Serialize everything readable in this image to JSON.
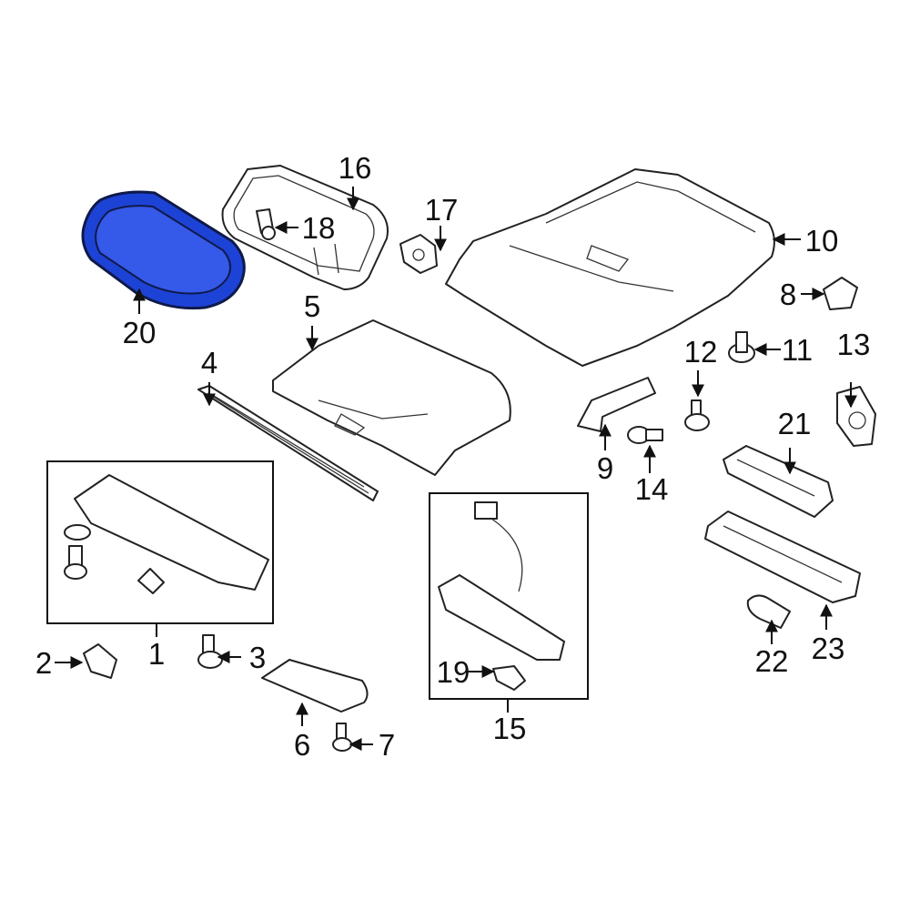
{
  "highlight_color": "#1d43d6",
  "callouts": {
    "c1": "1",
    "c2": "2",
    "c3": "3",
    "c4": "4",
    "c5": "5",
    "c6": "6",
    "c7": "7",
    "c8": "8",
    "c9": "9",
    "c10": "10",
    "c11": "11",
    "c12": "12",
    "c13": "13",
    "c14": "14",
    "c15": "15",
    "c16": "16",
    "c17": "17",
    "c18": "18",
    "c19": "19",
    "c20": "20",
    "c21": "21",
    "c22": "22",
    "c23": "23"
  },
  "highlighted_part": "20"
}
